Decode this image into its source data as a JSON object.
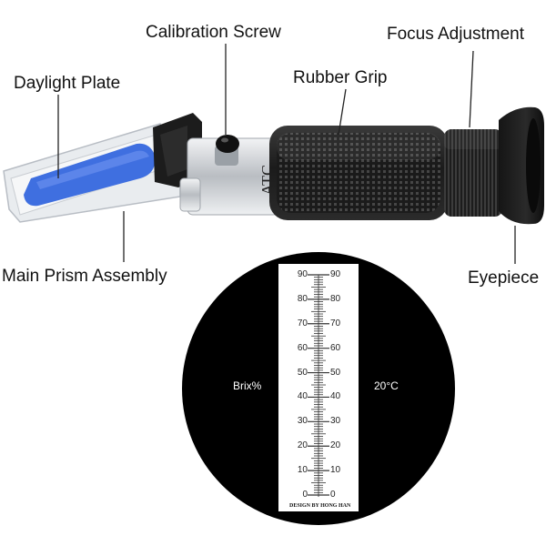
{
  "callouts": {
    "calibration_screw": "Calibration Screw",
    "focus_adjustment": "Focus Adjustment",
    "daylight_plate": "Daylight Plate",
    "rubber_grip": "Rubber Grip",
    "main_prism_assembly": "Main Prism Assembly",
    "eyepiece": "Eyepiece"
  },
  "device": {
    "body_marking": "ATC",
    "colors": {
      "prism_cover": "#dfe3e8",
      "daylight_plate": "#3f6fe0",
      "grip": "#1a1a1a",
      "metal": "#c9ccd0"
    }
  },
  "scale_view": {
    "left_label": "Brix%",
    "right_label": "20°C",
    "range": [
      0,
      90
    ],
    "tick_labels": [
      "0",
      "10",
      "20",
      "30",
      "40",
      "50",
      "60",
      "70",
      "80",
      "90"
    ],
    "credit": "DESIGN BY HONG HAN",
    "colors": {
      "background": "#000000",
      "strip": "#ffffff",
      "ticks": "#333333"
    }
  }
}
